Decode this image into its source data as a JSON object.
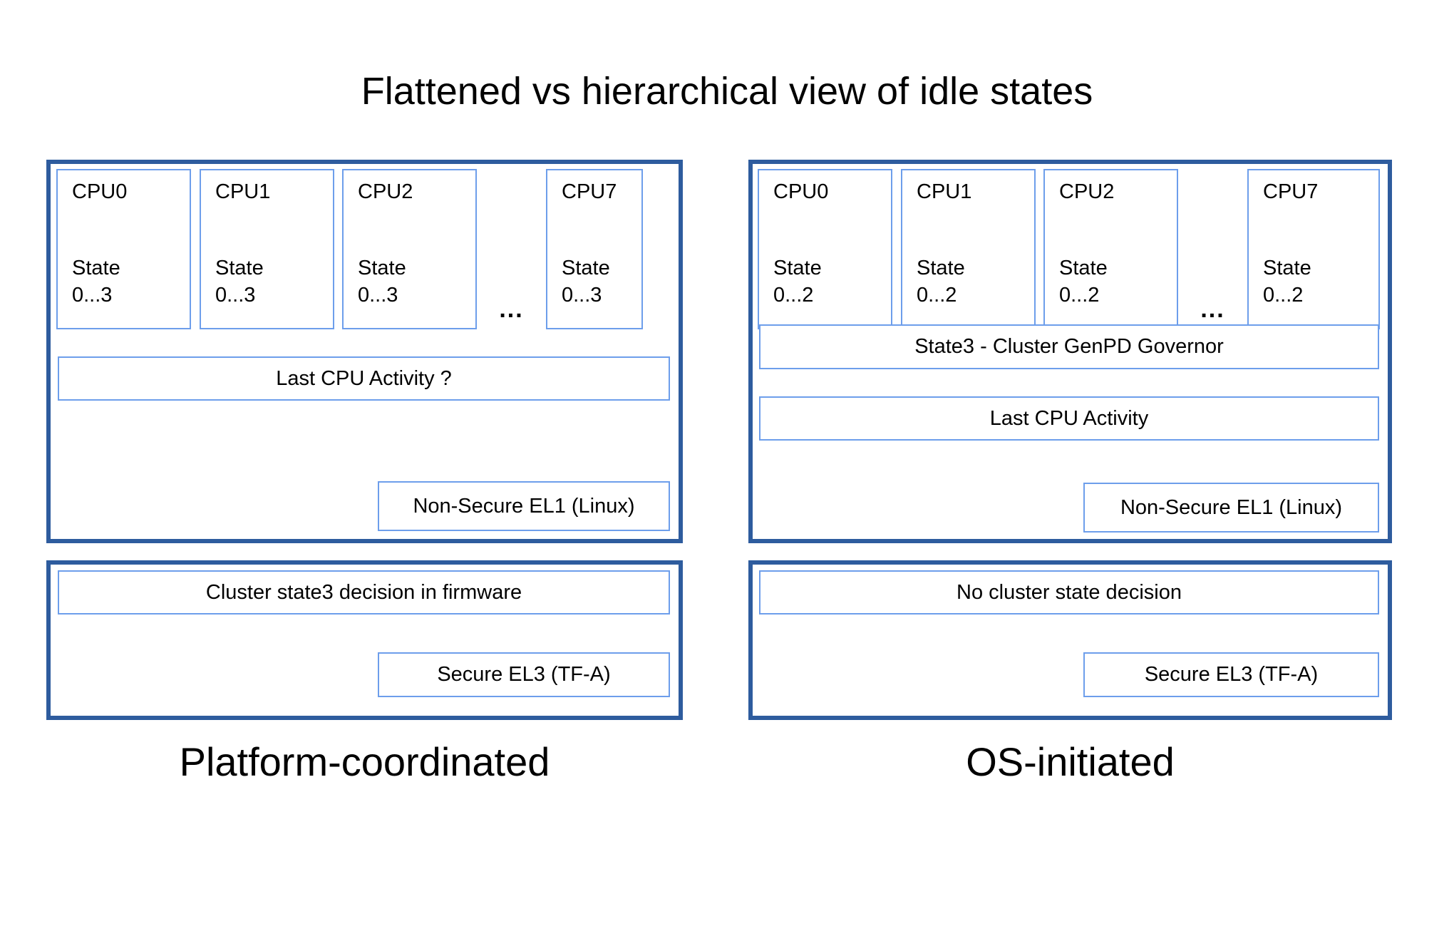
{
  "title": "Flattened vs hierarchical view of idle states",
  "ellipsis": "...",
  "colors": {
    "panel_border": "#2e5c9e",
    "box_border": "#6d9eeb",
    "background": "#ffffff",
    "text": "#000000"
  },
  "columns": [
    {
      "caption": "Platform-coordinated",
      "cpus": [
        {
          "name": "CPU0",
          "state_label": "State",
          "state_range": "0...3"
        },
        {
          "name": "CPU1",
          "state_label": "State",
          "state_range": "0...3"
        },
        {
          "name": "CPU2",
          "state_label": "State",
          "state_range": "0...3"
        },
        {
          "name": "CPU7",
          "state_label": "State",
          "state_range": "0...3"
        }
      ],
      "mid_boxes": [
        "Last CPU Activity ?"
      ],
      "el1_box": "Non-Secure EL1 (Linux)",
      "decision_box": "Cluster state3 decision in firmware",
      "el3_box": "Secure EL3 (TF-A)"
    },
    {
      "caption": "OS-initiated",
      "cpus": [
        {
          "name": "CPU0",
          "state_label": "State",
          "state_range": "0...2"
        },
        {
          "name": "CPU1",
          "state_label": "State",
          "state_range": "0...2"
        },
        {
          "name": "CPU2",
          "state_label": "State",
          "state_range": "0...2"
        },
        {
          "name": "CPU7",
          "state_label": "State",
          "state_range": "0...2"
        }
      ],
      "mid_boxes": [
        "State3 - Cluster GenPD Governor",
        "Last CPU Activity"
      ],
      "el1_box": "Non-Secure EL1 (Linux)",
      "decision_box": "No cluster state decision",
      "el3_box": "Secure EL3 (TF-A)"
    }
  ]
}
